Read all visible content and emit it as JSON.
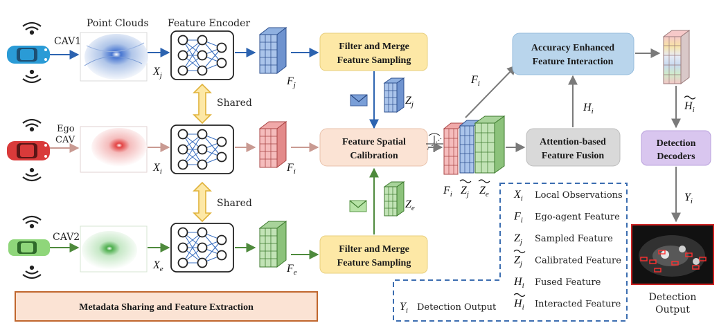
{
  "headers": {
    "point_clouds": "Point Clouds",
    "feature_encoder": "Feature Encoder"
  },
  "agents": {
    "cav1": {
      "label": "CAV1",
      "observation": "X",
      "obs_sub": "j",
      "feature": "F",
      "feature_sub": "j",
      "car_color": "#2a9bd6",
      "arrow_color": "#2c63b0"
    },
    "ego": {
      "label_line1": "Ego",
      "label_line2": "CAV",
      "observation": "X",
      "obs_sub": "i",
      "feature": "F",
      "feature_sub": "i",
      "car_color": "#d93a3a",
      "arrow_color": "#c99a92"
    },
    "cav2": {
      "label": "CAV2",
      "observation": "X",
      "obs_sub": "e",
      "feature": "F",
      "feature_sub": "e",
      "car_color": "#8fd67a",
      "arrow_color": "#4e8a3c"
    }
  },
  "shared_label_1": "Shared",
  "shared_label_2": "Shared",
  "boxes": {
    "filter_top": {
      "line1": "Filter and Merge",
      "line2": "Feature Sampling",
      "fill": "#fde8a6"
    },
    "filter_bottom": {
      "line1": "Filter and Merge",
      "line2": "Feature Sampling",
      "fill": "#fde8a6"
    },
    "calibration": {
      "line1": "Feature Spatial",
      "line2": "Calibration",
      "fill": "#fbe3d4"
    },
    "fusion": {
      "line1": "Attention-based",
      "line2": "Feature Fusion",
      "fill": "#d9d9d9"
    },
    "interaction": {
      "line1": "Accuracy Enhanced",
      "line2": "Feature Interaction",
      "fill": "#b9d5ec"
    },
    "decoders": {
      "line1": "Detection",
      "line2": "Decoders",
      "fill": "#d9c6ef"
    }
  },
  "symbols": {
    "Zj": {
      "base": "Z",
      "sub": "j"
    },
    "Ze": {
      "base": "Z",
      "sub": "e"
    },
    "Fi_up": {
      "base": "F",
      "sub": "i"
    },
    "Hi": {
      "base": "H",
      "sub": "i"
    },
    "Hi_tilde": {
      "base": "H",
      "sub": "i"
    },
    "Yi": {
      "base": "Y",
      "sub": "i"
    },
    "stack_Fi": {
      "base": "F",
      "sub": "i"
    },
    "stack_Zj": {
      "base": "Z",
      "sub": "j"
    },
    "stack_Ze": {
      "base": "Z",
      "sub": "e"
    }
  },
  "metadata_box": {
    "label": "Metadata Sharing and Feature Extraction",
    "fill": "#fbe3d4",
    "border": "#c0662d"
  },
  "legend": {
    "items": [
      {
        "sym": "X",
        "sub": "i",
        "tilde": false,
        "text": "Local Observations"
      },
      {
        "sym": "F",
        "sub": "i",
        "tilde": false,
        "text": "Ego-agent Feature"
      },
      {
        "sym": "Z",
        "sub": "j",
        "tilde": false,
        "text": "Sampled Feature"
      },
      {
        "sym": "Z",
        "sub": "j",
        "tilde": true,
        "text": "Calibrated Feature"
      },
      {
        "sym": "H",
        "sub": "i",
        "tilde": false,
        "text": "Fused Feature"
      },
      {
        "sym": "H",
        "sub": "i",
        "tilde": true,
        "text": "Interacted Feature"
      }
    ],
    "output": {
      "sym": "Y",
      "sub": "i",
      "text": "Detection Output"
    },
    "border": "#3b6db0"
  },
  "detection_output": {
    "line1": "Detection",
    "line2": "Output"
  },
  "colors": {
    "blue": "#2c63b0",
    "red": "#c94a4a",
    "green": "#4e8a3c",
    "gray": "#7a7a7a",
    "shared_arrow": "#e0b23a"
  }
}
